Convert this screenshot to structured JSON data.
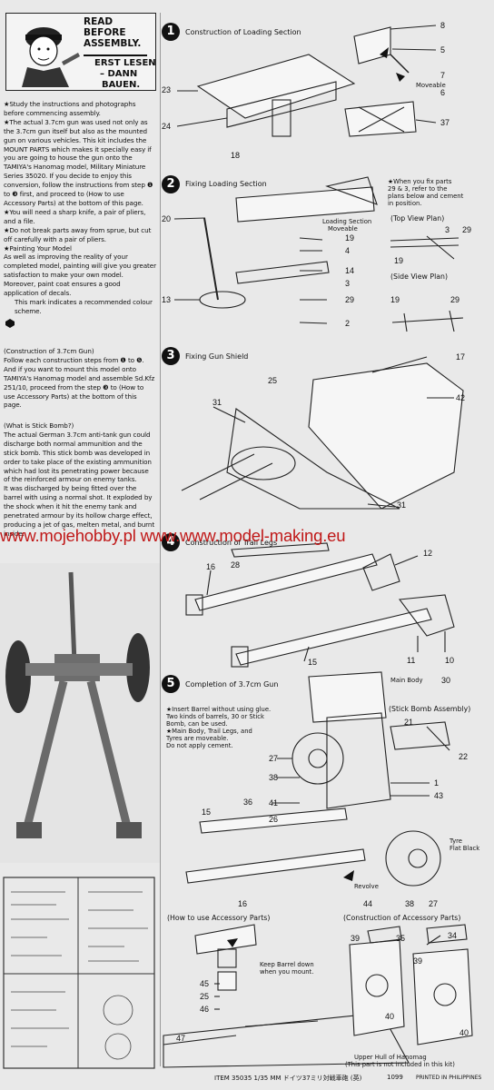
{
  "left": {
    "badge_title_line1": "READ",
    "badge_title_line2": "BEFORE",
    "badge_title_line3": "ASSEMBLY.",
    "badge_de_line1": "ERST LESEN",
    "badge_de_line2": "– DANN",
    "badge_de_line3": "BAUEN.",
    "intro_paragraphs": [
      "★Study the instructions and photographs before commencing assembly.",
      "★The actual 3.7cm gun was used not only as the 3.7cm gun itself but also as the mounted gun on various vehicles. This kit includes the MOUNT PARTS which makes it specially easy if you are going to house the gun onto the TAMIYA's Hanomag model, Military Miniature Series 35020. If you decide to enjoy this conversion, follow the instructions from step ❶ to ❸ first, and proceed to (How to use Accessory Parts) at the bottom of this page.",
      "★You will need a sharp knife, a pair of pliers, and a file.",
      "★Do not break parts away from sprue, but cut off carefully with a pair of pliers.",
      "★Painting Your Model",
      "As well as improving the reality of your completed model, painting will give you greater satisfaction to make your own model. Moreover, paint coat ensures a good application of decals.",
      "This mark indicates a recommended colour scheme."
    ],
    "construction_heading": "(Construction of 3.7cm Gun)",
    "construction_text": "Follow each construction steps from ❶ to ❺. And if you want to mount this model onto TAMIYA's Hanomag model and assemble Sd.Kfz 251/10, proceed from the step ❸ to (How to use Accessory Parts) at the bottom of this page.",
    "stick_heading": "(What is Stick Bomb?)",
    "stick_text": "The actual German 3.7cm anti-tank gun could discharge both normal ammunition and the stick bomb. This stick bomb was developed in order to take place of the existing ammunition which had lost its penetrating power because of the reinforced armour on enemy tanks.",
    "stick_text2": "It was discharged by being fitted over the barrel with using a normal shot. It exploded by the shock when it hit the enemy tank and penetrated armour by its hollow charge effect, producing a jet of gas, melten metal, and burnt inside."
  },
  "watermark": "www.mojehobby.pl www.www.model-making.eu",
  "steps": [
    {
      "num": "1",
      "title": "Construction of Loading Section"
    },
    {
      "num": "2",
      "title": "Fixing Loading Section"
    },
    {
      "num": "3",
      "title": "Fixing Gun Shield"
    },
    {
      "num": "4",
      "title": "Construction of Trail Legs"
    },
    {
      "num": "5",
      "title": "Completion of 3.7cm Gun"
    }
  ],
  "step1_labels": {
    "p8": "8",
    "p5": "5",
    "p7": "7",
    "moveable": "Moveable",
    "p6": "6",
    "p23": "23",
    "p24": "24",
    "p37": "37",
    "p18": "18"
  },
  "step2_labels": {
    "p20": "20",
    "loading_moveable_1": "Loading Section",
    "loading_moveable_2": "Moveable",
    "p19": "19",
    "p4": "4",
    "p14": "14",
    "p13": "13",
    "p3": "3",
    "p29": "29",
    "p2": "2",
    "note_1": "★When you fix parts",
    "note_2": "29 & 3, refer to the",
    "note_3": "plans below and cement",
    "note_4": "in position.",
    "top_view": "(Top View Plan)",
    "side_view": "(Side View Plan)",
    "tv_3": "3",
    "tv_29": "29",
    "tv_19": "19",
    "sv_19": "19",
    "sv_29": "29"
  },
  "step3_labels": {
    "p25": "25",
    "p17": "17",
    "p42": "42",
    "p31a": "31",
    "p31b": "31"
  },
  "step4_labels": {
    "p12": "12",
    "p16": "16",
    "p28": "28",
    "p15": "15",
    "p11": "11",
    "p10": "10"
  },
  "step5_labels": {
    "main_body": "Main Body",
    "p30": "30",
    "stick_bomb": "(Stick Bomb Assembly)",
    "p21": "21",
    "p22": "22",
    "p27a": "27",
    "p38a": "38",
    "p1": "1",
    "p41": "41",
    "p43": "43",
    "p15": "15",
    "p36": "36",
    "p26": "26",
    "p16": "16",
    "p44": "44",
    "p38b": "38",
    "p27b": "27",
    "tyre_1": "Tyre",
    "tyre_2": "Flat Black",
    "revolve": "Revolve",
    "note_1": "★Insert Barrel without using glue.",
    "note_2": "Two kinds of barrels, 30 or Stick",
    "note_3": "Bomb, can be used.",
    "note_4": "★Main Body, Trail Legs, and",
    "note_5": "Tyres are moveable.",
    "note_6": "Do not apply cement."
  },
  "accessory": {
    "how_heading": "(How to use Accessory Parts)",
    "construction_heading": "(Construction of Accessory Parts)",
    "keep_1": "Keep Barrel down",
    "keep_2": "when you mount.",
    "p45": "45",
    "p25": "25",
    "p46": "46",
    "p47": "47",
    "p39a": "39",
    "p35": "35",
    "p34": "34",
    "p39b": "39",
    "p40a": "40",
    "p40b": "40",
    "hull_1": "Upper Hull of Hanomag",
    "hull_2": "(This part is not included in this kit)"
  },
  "footer": {
    "item": "ITEM 35035  1/35 MM ドイツ37ミリ対戦車砲 (英)",
    "code": "1099",
    "printed": "PRINTED IN PHILIPPINES"
  }
}
